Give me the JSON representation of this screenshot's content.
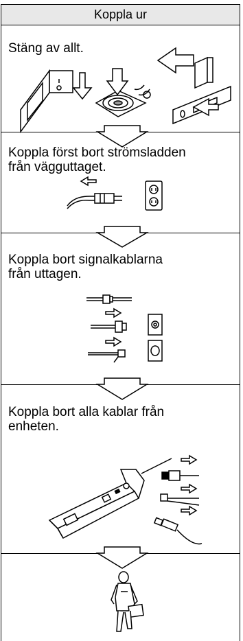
{
  "header": {
    "title": "Koppla ur"
  },
  "steps": [
    {
      "text": "Stäng av allt."
    },
    {
      "text": "Koppla först bort strömsladden\nfrån vägguttaget."
    },
    {
      "text": "Koppla bort signalkablarna\nfrån uttagen."
    },
    {
      "text": "Koppla bort alla kablar från\nenheten."
    },
    {
      "text": ""
    }
  ],
  "icons": {
    "power_switch": "power-switch-icon",
    "power_button": "power-button-icon",
    "slide_switch": "slide-switch-icon",
    "flow_arrow": "down-arrow-icon",
    "power_cord": "power-cord-icon",
    "wall_outlet": "wall-outlet-icon",
    "signal_cables": "signal-cable-icon",
    "laptop": "laptop-icon",
    "person": "person-walking-icon"
  }
}
